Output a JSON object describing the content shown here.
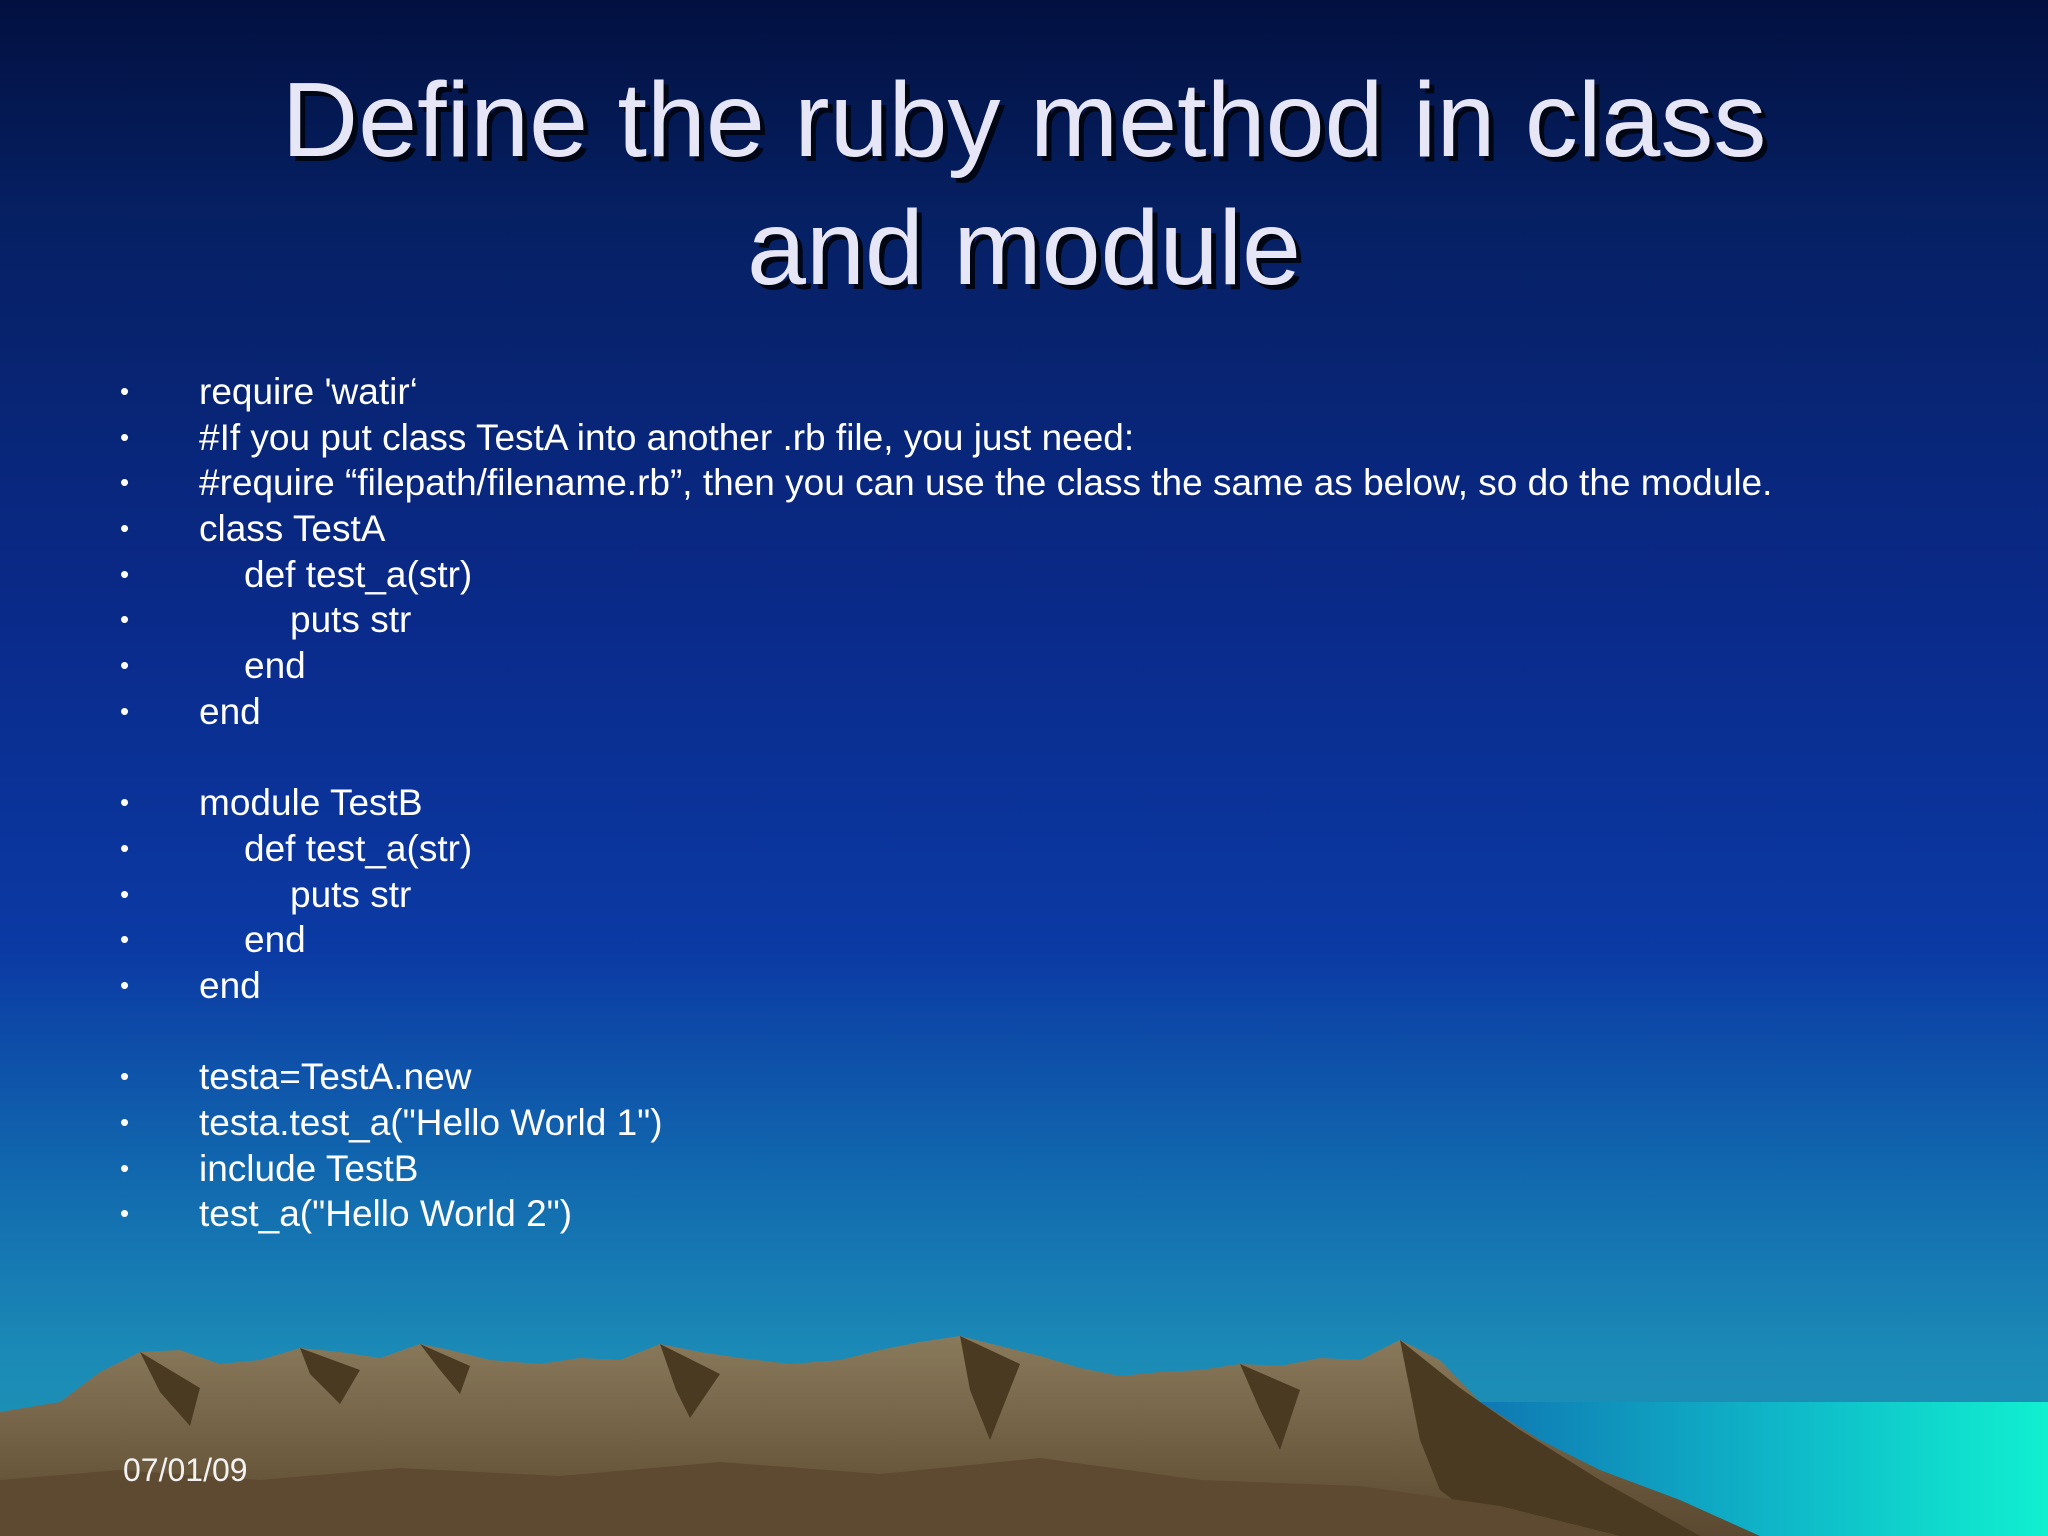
{
  "slide": {
    "title_line1": "Define the ruby method in class",
    "title_line2": "and module",
    "date": "07/01/09"
  },
  "bullets": {
    "b1": "require 'watir‘",
    "b2": "#If you put class TestA into another .rb file, you just need:",
    "b3": "#require “filepath/filename.rb”, then you can use the class the same as below, so do the module.",
    "b4": "class TestA",
    "b5": "def test_a(str)",
    "b6": "puts str",
    "b7": "end",
    "b8": "end",
    "b9": "module TestB",
    "b10": "def test_a(str)",
    "b11": "puts str",
    "b12": "end",
    "b13": "end",
    "b14": "testa=TestA.new",
    "b15": "testa.test_a(\"Hello World 1\")",
    "b16": "include TestB",
    "b17": "test_a(\"Hello World 2\")"
  },
  "theme": {
    "title_color": "#e6e6f6",
    "text_color": "#ffffff",
    "mountain_light": "#7a6a4e",
    "mountain_dark": "#4a3a22",
    "sea_color": "#10e0d0"
  }
}
